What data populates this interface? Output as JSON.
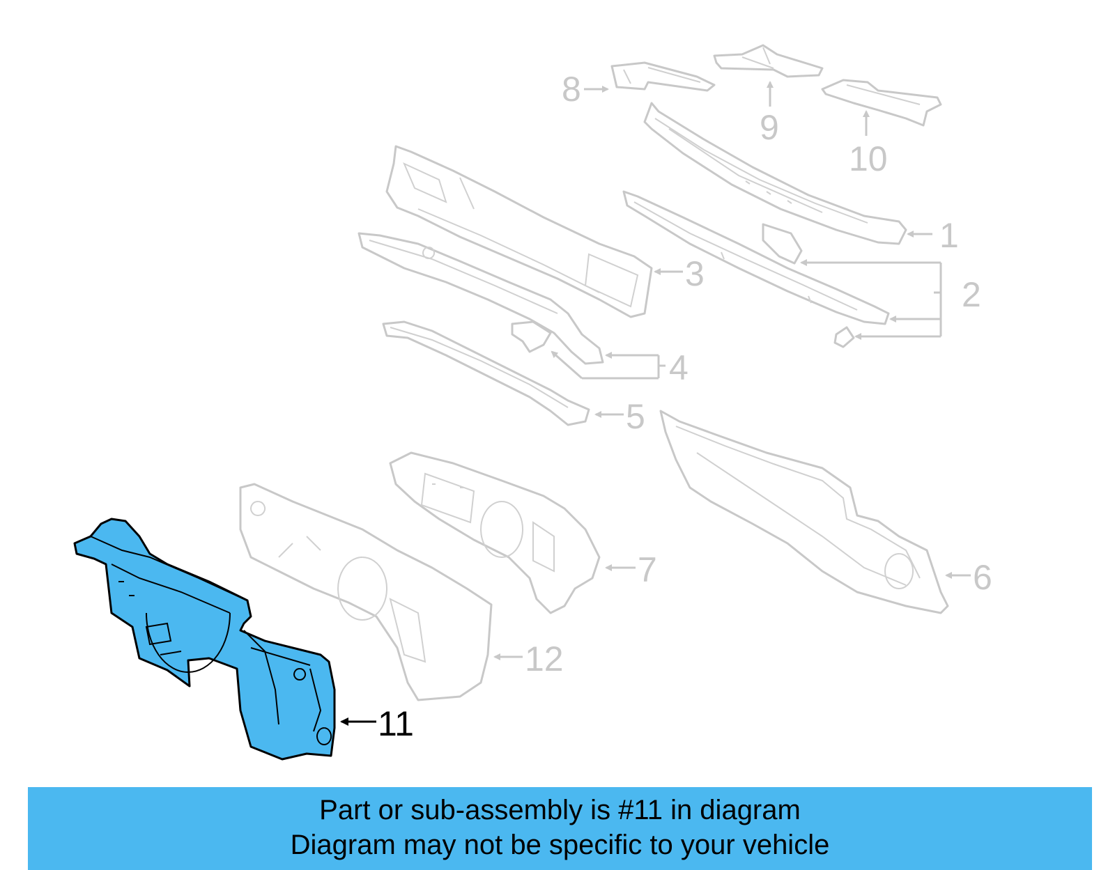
{
  "colors": {
    "highlight": "#4BB8F0",
    "ghost": "#c8c8c8",
    "banner": "#4BB8F0",
    "text": "#000000"
  },
  "callouts": {
    "c1": "1",
    "c2": "2",
    "c3": "3",
    "c4": "4",
    "c5": "5",
    "c6": "6",
    "c7": "7",
    "c8": "8",
    "c9": "9",
    "c10": "10",
    "c11": "11",
    "c12": "12"
  },
  "highlighted_part": "11",
  "banner": {
    "line1": "Part or sub-assembly is #11 in diagram",
    "line2": "Diagram may not be specific to your vehicle"
  }
}
